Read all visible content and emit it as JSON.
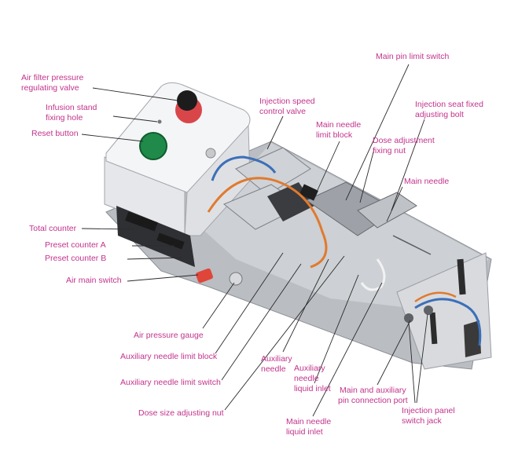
{
  "diagram": {
    "labels": {
      "air_filter": "Air filter pressure\nregulating valve",
      "infusion_stand": "Infusion stand\nfixing hole",
      "reset_button": "Reset button",
      "total_counter": "Total counter",
      "preset_a": "Preset counter A",
      "preset_b": "Preset counter B",
      "air_main_switch": "Air main switch",
      "air_pressure_gauge": "Air pressure gauge",
      "aux_limit_block": "Auxiliary needle limit block",
      "aux_limit_switch": "Auxiliary needle limit switch",
      "dose_size_nut": "Dose size adjusting nut",
      "injection_speed_valve": "Injection speed\ncontrol valve",
      "main_needle_limit_block": "Main needle\nlimit block",
      "main_pin_limit_switch": "Main pin limit switch",
      "injection_seat_bolt": "Injection seat fixed\nadjusting bolt",
      "dose_fixing_nut": "Dose adjustment\nfixing nut",
      "main_needle": "Main needle",
      "aux_needle": "Auxiliary\nneedle",
      "aux_liquid_inlet": "Auxiliary\nneedle\nliquid inlet",
      "main_liquid_inlet": "Main needle\nliquid inlet",
      "pin_connection_port": "Main and auxiliary\npin connection port",
      "panel_switch_jack": "Injection panel\nswitch jack"
    },
    "colors": {
      "label": "#c2338c",
      "leader": "#2b2b2b",
      "housing": "#f1f2f4",
      "base_plate": "#b9bcc1",
      "reset_button": "#1f8a49",
      "air_switch": "#e0453a",
      "tubing": "#e07a2e",
      "hose": "#3c6fb8"
    }
  }
}
